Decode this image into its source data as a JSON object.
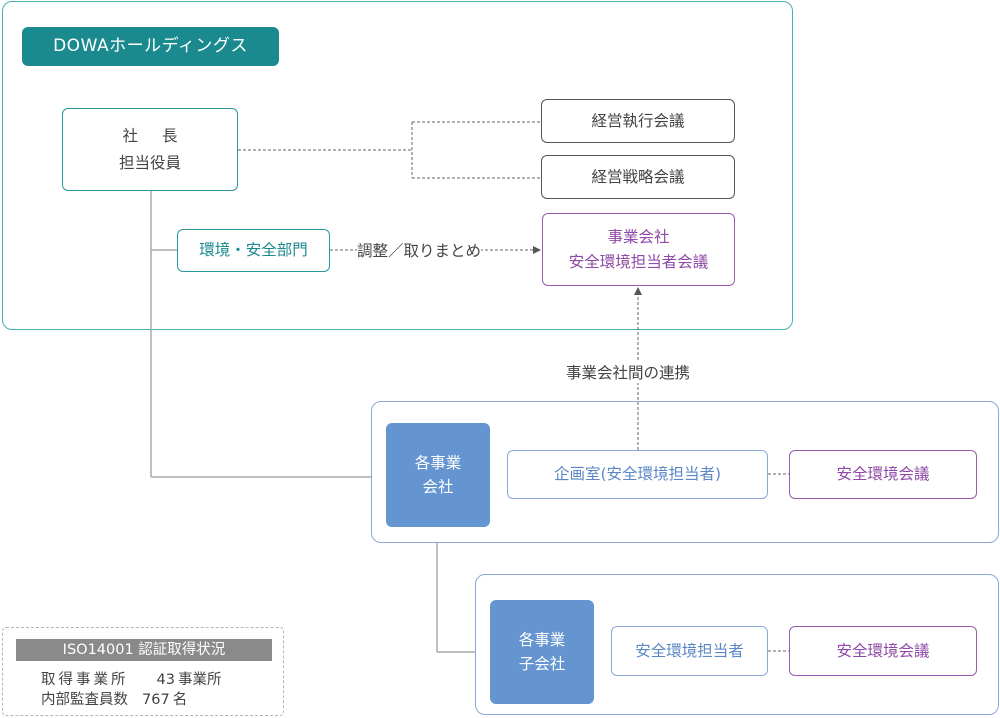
{
  "title": "DOWAホールディングス",
  "president": {
    "line1": "社長",
    "line2": "担当役員"
  },
  "meetings": {
    "exec": "経営執行会議",
    "strategy": "経営戦略会議"
  },
  "env_dept": "環境・安全部門",
  "coordination_label": "調整／取りまとめ",
  "biz_meeting": {
    "line1": "事業会社",
    "line2": "安全環境担当者会議"
  },
  "inter_company_label": "事業会社間の連携",
  "business_unit": {
    "box": {
      "line1": "各事業",
      "line2": "会社"
    },
    "officer": "企画室(安全環境担当者)",
    "meeting": "安全環境会議"
  },
  "subsidiary": {
    "box": {
      "line1": "各事業",
      "line2": "子会社"
    },
    "officer": "安全環境担当者",
    "meeting": "安全環境会議"
  },
  "iso": {
    "title": "ISO14001 認証取得状況",
    "sites_label": "取得事業所",
    "sites_value": "43",
    "sites_unit": "事業所",
    "auditors_label": "内部監査員数",
    "auditors_value": "767",
    "auditors_unit": "名"
  },
  "colors": {
    "teal": "#1a8a8f",
    "purple": "#8e4aa6",
    "blue": "#5b87c6",
    "blue_fill": "#6495d1",
    "grey": "#8a8a8a"
  }
}
